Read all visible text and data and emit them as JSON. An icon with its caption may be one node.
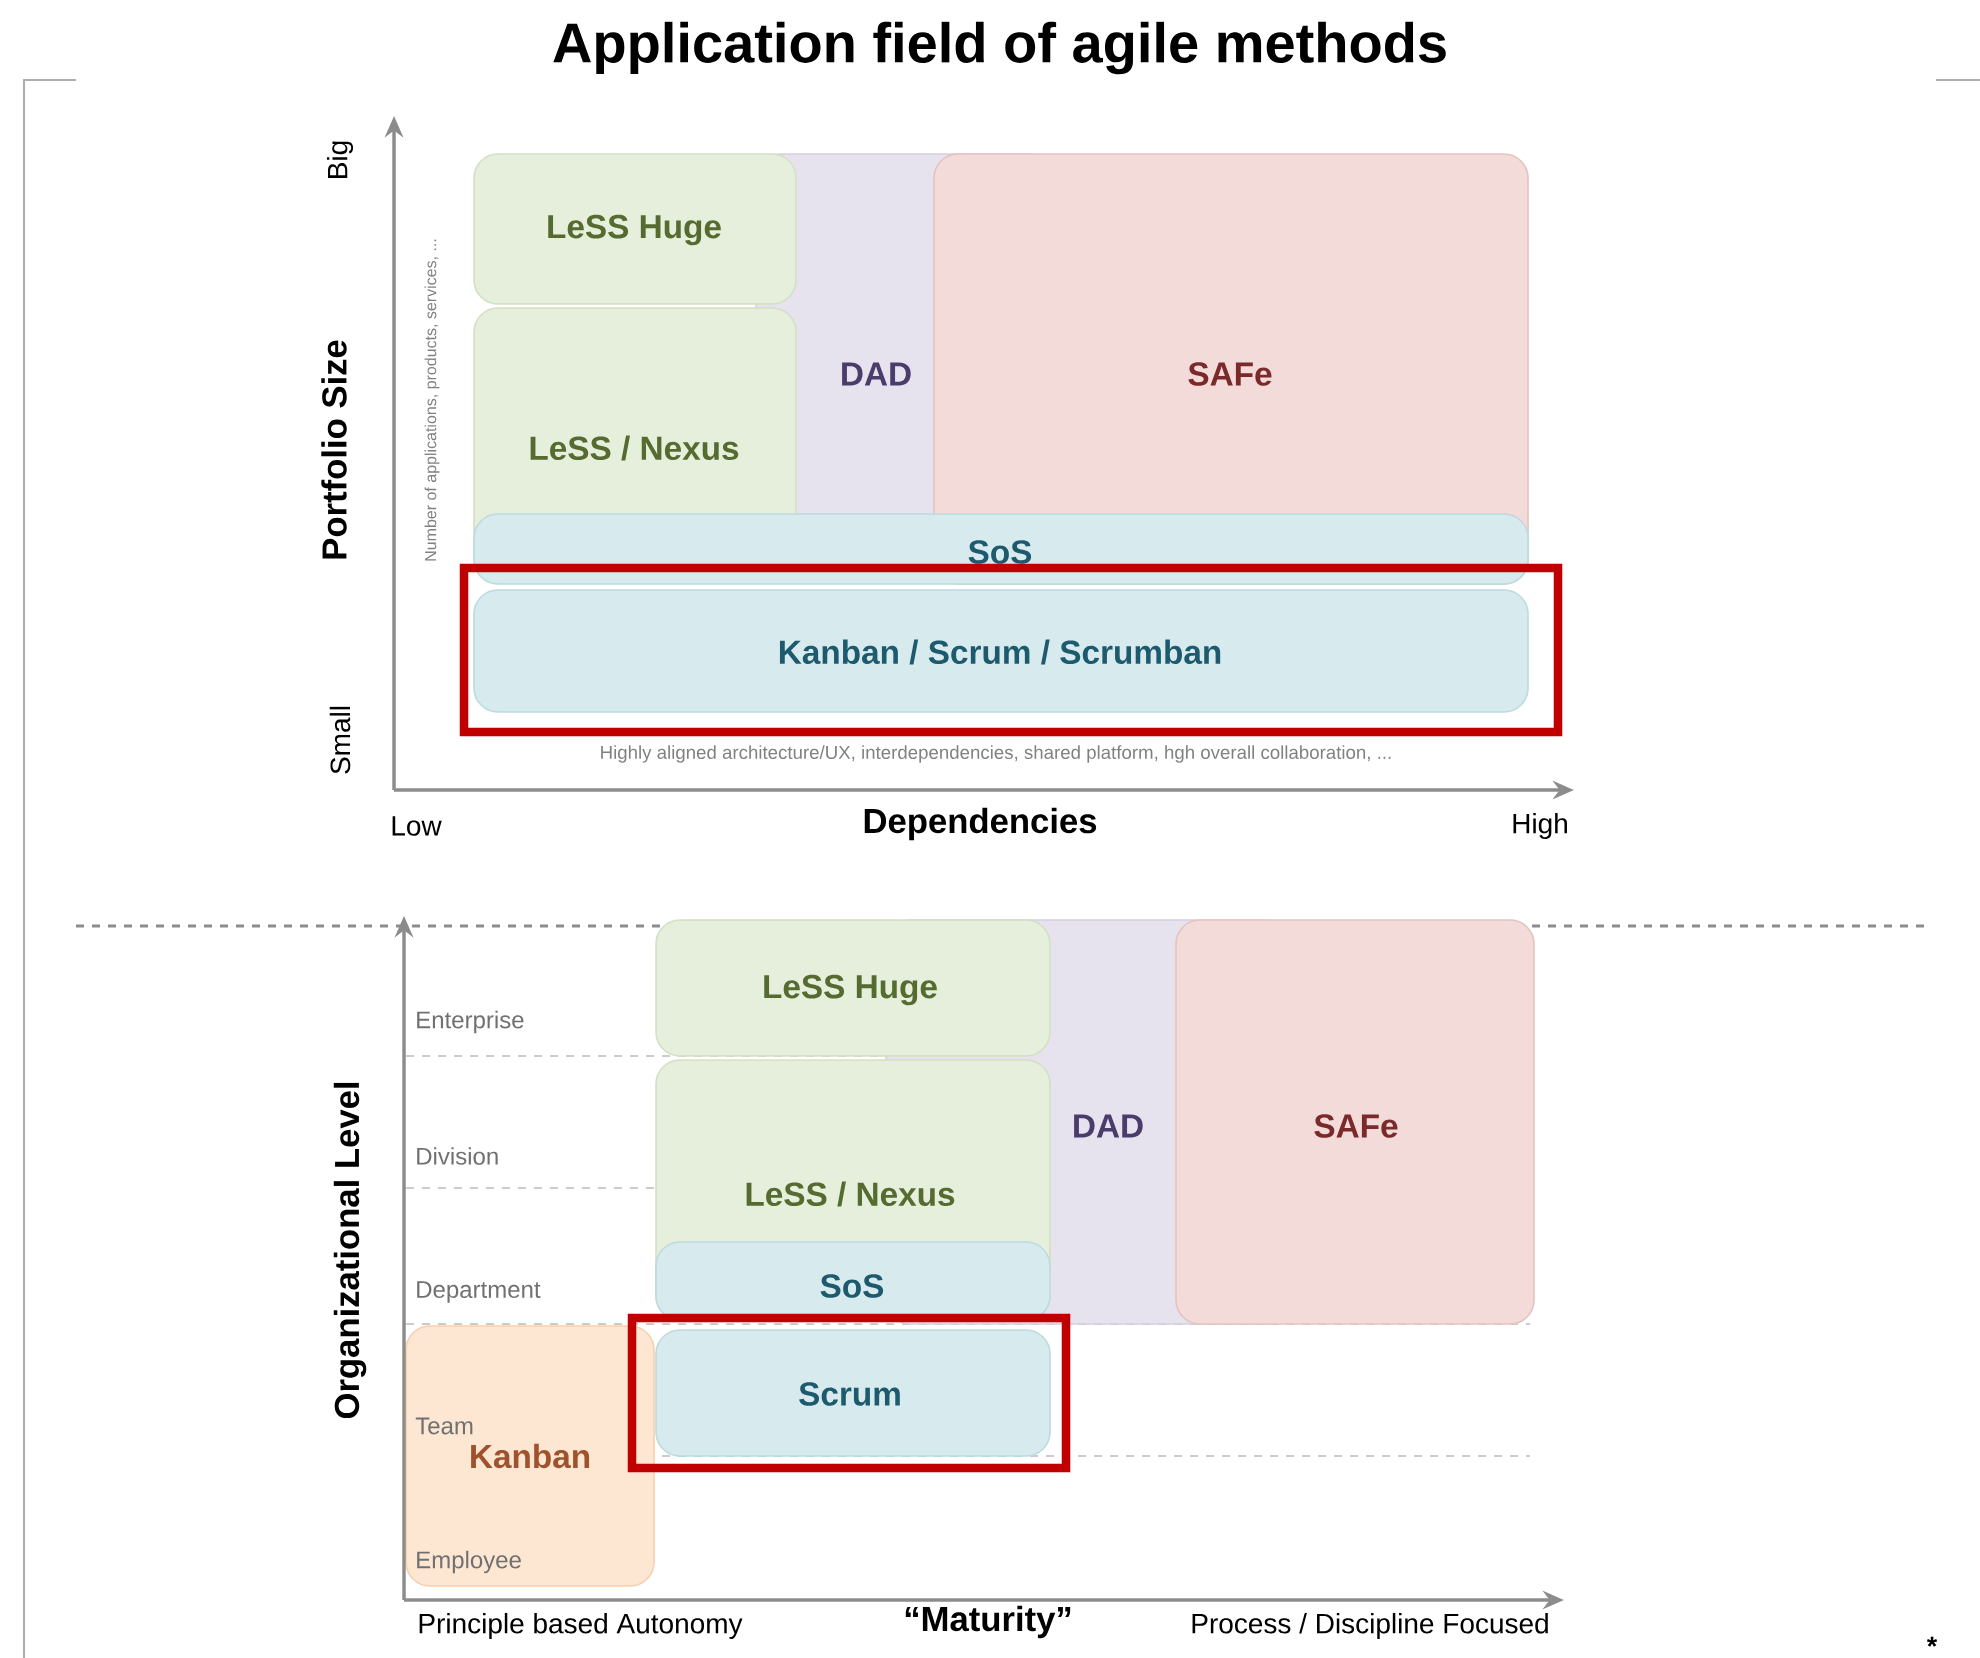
{
  "diagram": {
    "title": "Application field of agile methods",
    "nodes": [
      {
        "text": [
          "LeSS Huge"
        ]
      },
      {
        "text": [
          "DAD"
        ]
      },
      {
        "text": [
          "SAFe"
        ]
      },
      {
        "text": [
          "LeSS / Nexus"
        ]
      },
      {
        "text": [
          "SoS"
        ]
      },
      {
        "text": [
          "Kanban / Scrum / Scrumban"
        ]
      },
      {
        "text": [
          "LeSS Huge"
        ]
      },
      {
        "text": [
          "DAD"
        ]
      },
      {
        "text": [
          "SAFe"
        ]
      },
      {
        "text": [
          "LeSS / Nexus"
        ]
      },
      {
        "text": [
          "SoS"
        ],
        "in": 9
      },
      {
        "text": [
          "Scrum"
        ]
      },
      {
        "text": [
          "Kanban"
        ]
      }
    ],
    "edges": [],
    "labels": [
      "Big",
      "Portfolio Size",
      "Number of applications, products, services, ...",
      "Small",
      "Highly aligned architecture/UX, interdependencies, shared platform, hgh overall collaboration, ...",
      "Low",
      "Dependencies",
      "High",
      "Enterprise",
      "Division",
      "Department",
      "Team",
      "Employee",
      "Organizational Level",
      "Principle based Autonomy",
      "“Maturity”",
      "Process / Discipline Focused",
      "*"
    ]
  }
}
